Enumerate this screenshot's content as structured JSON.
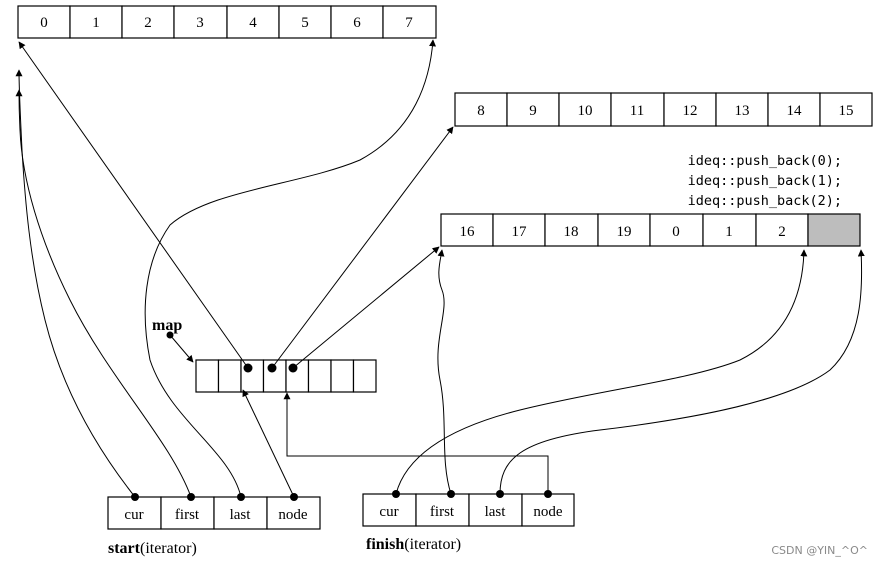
{
  "buffers": [
    {
      "cells": [
        "0",
        "1",
        "2",
        "3",
        "4",
        "5",
        "6",
        "7"
      ]
    },
    {
      "cells": [
        "8",
        "9",
        "10",
        "11",
        "12",
        "13",
        "14",
        "15"
      ]
    },
    {
      "cells": [
        "16",
        "17",
        "18",
        "19",
        "0",
        "1",
        "2",
        ""
      ]
    }
  ],
  "map_label": "map",
  "code_lines": [
    "ideq::push_back(0);",
    "ideq::push_back(1);",
    "ideq::push_back(2);"
  ],
  "start": {
    "fields": [
      "cur",
      "first",
      "last",
      "node"
    ],
    "name": "start",
    "suffix": "(iterator)"
  },
  "finish": {
    "fields": [
      "cur",
      "first",
      "last",
      "node"
    ],
    "name": "finish",
    "suffix": "(iterator)"
  },
  "watermark": "CSDN @YIN_^O^"
}
